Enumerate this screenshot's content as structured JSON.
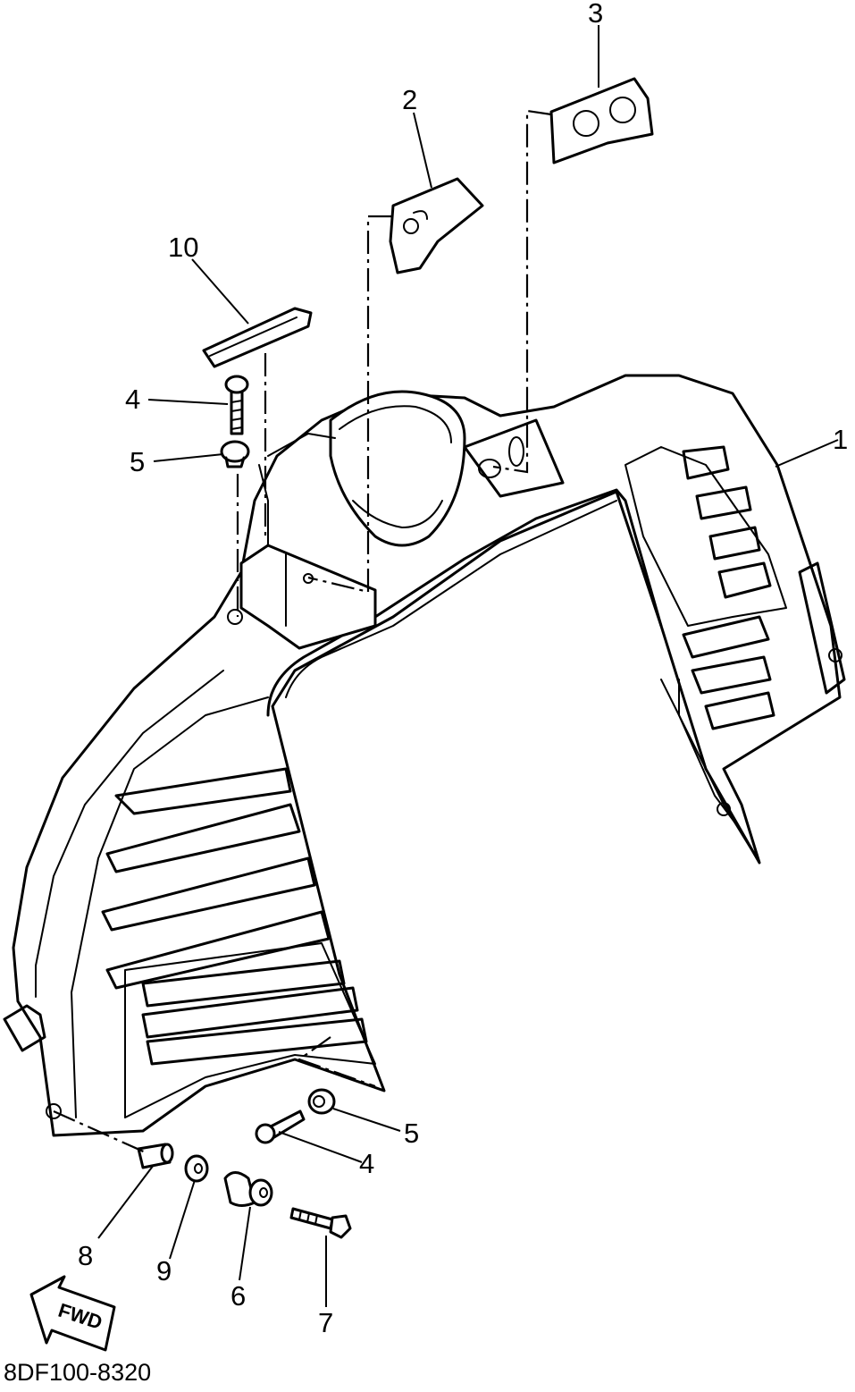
{
  "callouts": [
    "1",
    "2",
    "3",
    "4",
    "5",
    "4",
    "5",
    "6",
    "7",
    "8",
    "9",
    "10"
  ],
  "direction_label": "FWD",
  "figure_code": "8DF100-8320"
}
